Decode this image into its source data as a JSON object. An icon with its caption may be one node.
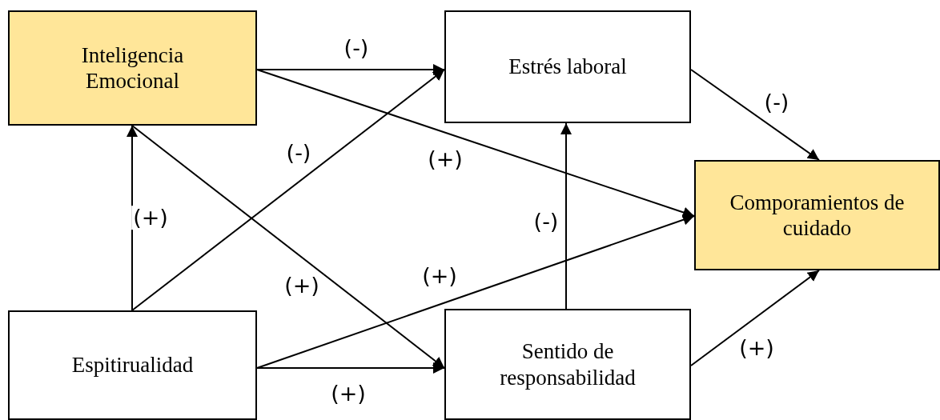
{
  "diagram": {
    "nodes": [
      {
        "text": [
          "Inteligencia Emocional"
        ]
      },
      {
        "text": [
          "Estrés laboral"
        ]
      },
      {
        "text": [
          "Comporamientos de cuidado"
        ]
      },
      {
        "text": [
          "Espitirualidad"
        ]
      },
      {
        "text": [
          "Sentido de responsabilidad"
        ]
      }
    ],
    "edges": [
      {
        "from": 0,
        "to": 1,
        "arrow": "to",
        "label": "(-)"
      },
      {
        "from": 0,
        "to": 2,
        "arrow": "to",
        "label": "(+)"
      },
      {
        "from": 3,
        "to": 0,
        "arrow": "to",
        "label": "(+)"
      },
      {
        "from": 3,
        "to": 1,
        "arrow": "to",
        "label": "(-)"
      },
      {
        "from": 0,
        "to": 4,
        "arrow": "to",
        "label": "(+)"
      },
      {
        "from": 3,
        "to": 2,
        "arrow": "to",
        "label": "(+)"
      },
      {
        "from": 3,
        "to": 4,
        "arrow": "to",
        "label": "(+)"
      },
      {
        "from": 4,
        "to": 1,
        "arrow": "to",
        "label": "(-)"
      },
      {
        "from": 1,
        "to": 2,
        "arrow": "to",
        "label": "(-)"
      },
      {
        "from": 4,
        "to": 2,
        "arrow": "to",
        "label": "(+)"
      }
    ]
  }
}
